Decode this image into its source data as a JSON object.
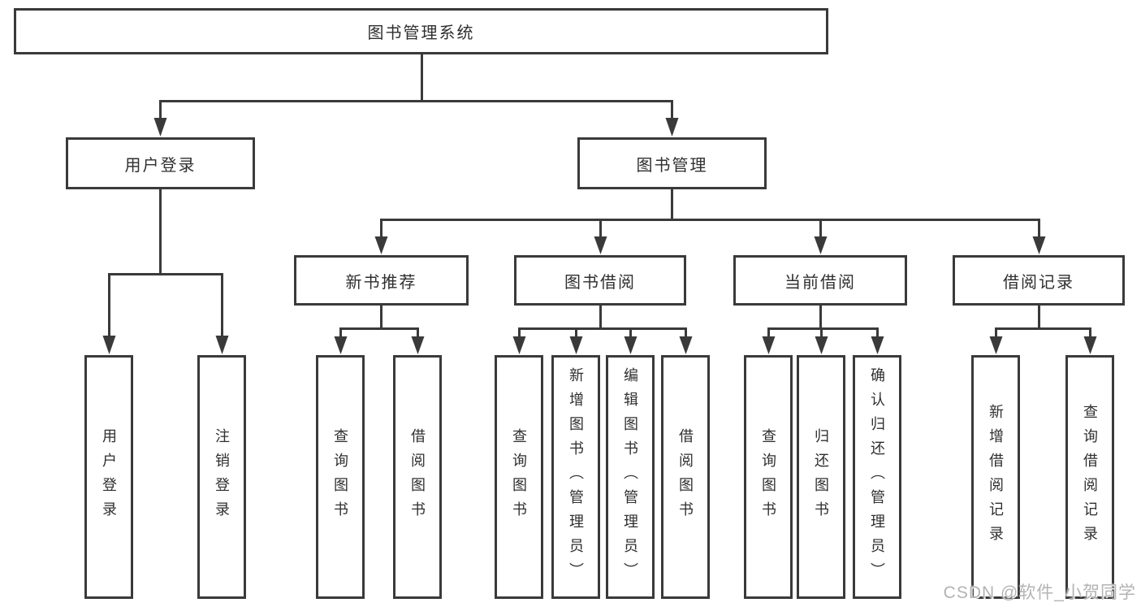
{
  "colors": {
    "line": "#3a3a3a",
    "text": "#2f2f2f",
    "canvas_bg": "#ffffff",
    "watermark": "#b3b3b3"
  },
  "watermark": {
    "text": "CSDN @软件_小贺同学"
  },
  "diagram": {
    "root": {
      "label": "图书管理系统"
    },
    "branches": [
      {
        "label": "用户登录",
        "children": [
          {
            "label": "用户登录"
          },
          {
            "label": "注销登录"
          }
        ]
      },
      {
        "label": "图书管理",
        "groups": [
          {
            "label": "新书推荐",
            "children": [
              {
                "label": "查询图书"
              },
              {
                "label": "借阅图书"
              }
            ]
          },
          {
            "label": "图书借阅",
            "children": [
              {
                "label": "查询图书"
              },
              {
                "label": "新增图书（管理员）"
              },
              {
                "label": "编辑图书（管理员）"
              },
              {
                "label": "借阅图书"
              }
            ]
          },
          {
            "label": "当前借阅",
            "children": [
              {
                "label": "查询图书"
              },
              {
                "label": "归还图书"
              },
              {
                "label": "确认归还（管理员）"
              }
            ]
          },
          {
            "label": "借阅记录",
            "children": [
              {
                "label": "新增借阅记录"
              },
              {
                "label": "查询借阅记录"
              }
            ]
          }
        ]
      }
    ]
  }
}
